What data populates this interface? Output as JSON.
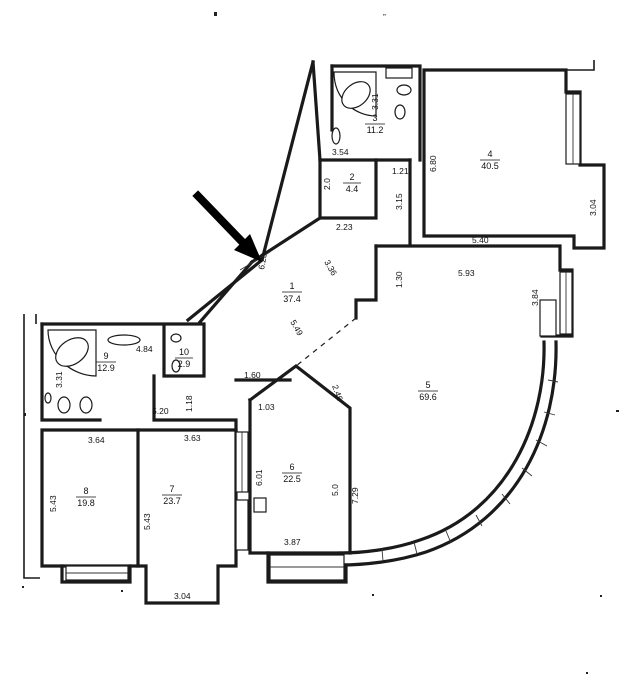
{
  "rooms": [
    {
      "number": "1",
      "area": "37.4"
    },
    {
      "number": "2",
      "area": "4.4"
    },
    {
      "number": "3",
      "area": "11.2"
    },
    {
      "number": "4",
      "area": "40.5"
    },
    {
      "number": "5",
      "area": "69.6"
    },
    {
      "number": "6",
      "area": "22.5"
    },
    {
      "number": "7",
      "area": "23.7"
    },
    {
      "number": "8",
      "area": "19.8"
    },
    {
      "number": "9",
      "area": "12.9"
    },
    {
      "number": "10",
      "area": "2.9"
    }
  ],
  "dimensions": [
    "3.31",
    "3.54",
    "1.21",
    "2.0",
    "2.23",
    "3.15",
    "6.80",
    "3.04",
    "5.40",
    "6.23",
    "3.36",
    "5.49",
    "1.30",
    "5.93",
    "3.84",
    "4.84",
    "3.31",
    "1.60",
    "2.46",
    "5.20",
    "1.18",
    "1.03",
    "3.64",
    "3.63",
    "5.43",
    "5.43",
    "6.01",
    "5.0",
    "7.29",
    "3.87",
    "3.04"
  ],
  "top_mark": "”"
}
